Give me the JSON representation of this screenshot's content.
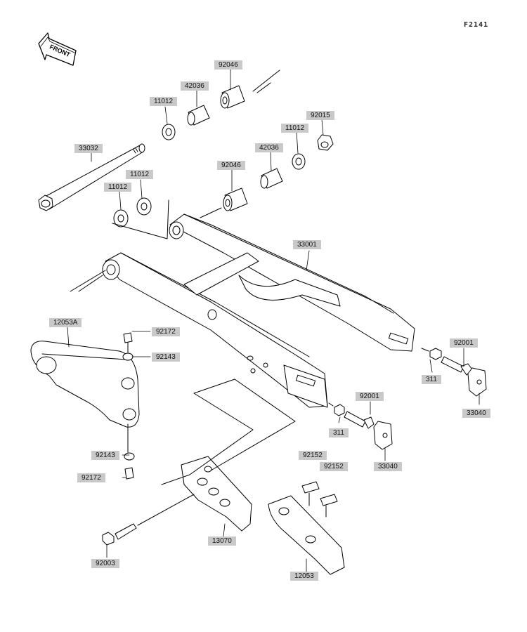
{
  "figure": {
    "code": "F2141"
  },
  "front_marker": {
    "text": "FRONT"
  },
  "parts": [
    {
      "id": "p-92046a",
      "number": "92046"
    },
    {
      "id": "p-42036a",
      "number": "42036"
    },
    {
      "id": "p-11012a",
      "number": "11012"
    },
    {
      "id": "p-92015",
      "number": "92015"
    },
    {
      "id": "p-11012b",
      "number": "11012"
    },
    {
      "id": "p-42036b",
      "number": "42036"
    },
    {
      "id": "p-33032",
      "number": "33032"
    },
    {
      "id": "p-92046b",
      "number": "92046"
    },
    {
      "id": "p-11012c",
      "number": "11012"
    },
    {
      "id": "p-11012d",
      "number": "11012"
    },
    {
      "id": "p-33001",
      "number": "33001"
    },
    {
      "id": "p-12053A",
      "number": "12053A"
    },
    {
      "id": "p-92172a",
      "number": "92172"
    },
    {
      "id": "p-92143a",
      "number": "92143"
    },
    {
      "id": "p-92001a",
      "number": "92001"
    },
    {
      "id": "p-311a",
      "number": "311"
    },
    {
      "id": "p-33040a",
      "number": "33040"
    },
    {
      "id": "p-92001b",
      "number": "92001"
    },
    {
      "id": "p-311b",
      "number": "311"
    },
    {
      "id": "p-33040b",
      "number": "33040"
    },
    {
      "id": "p-92143b",
      "number": "92143"
    },
    {
      "id": "p-92172b",
      "number": "92172"
    },
    {
      "id": "p-92152a",
      "number": "92152"
    },
    {
      "id": "p-92152b",
      "number": "92152"
    },
    {
      "id": "p-13070",
      "number": "13070"
    },
    {
      "id": "p-92003",
      "number": "92003"
    },
    {
      "id": "p-12053",
      "number": "12053"
    }
  ]
}
